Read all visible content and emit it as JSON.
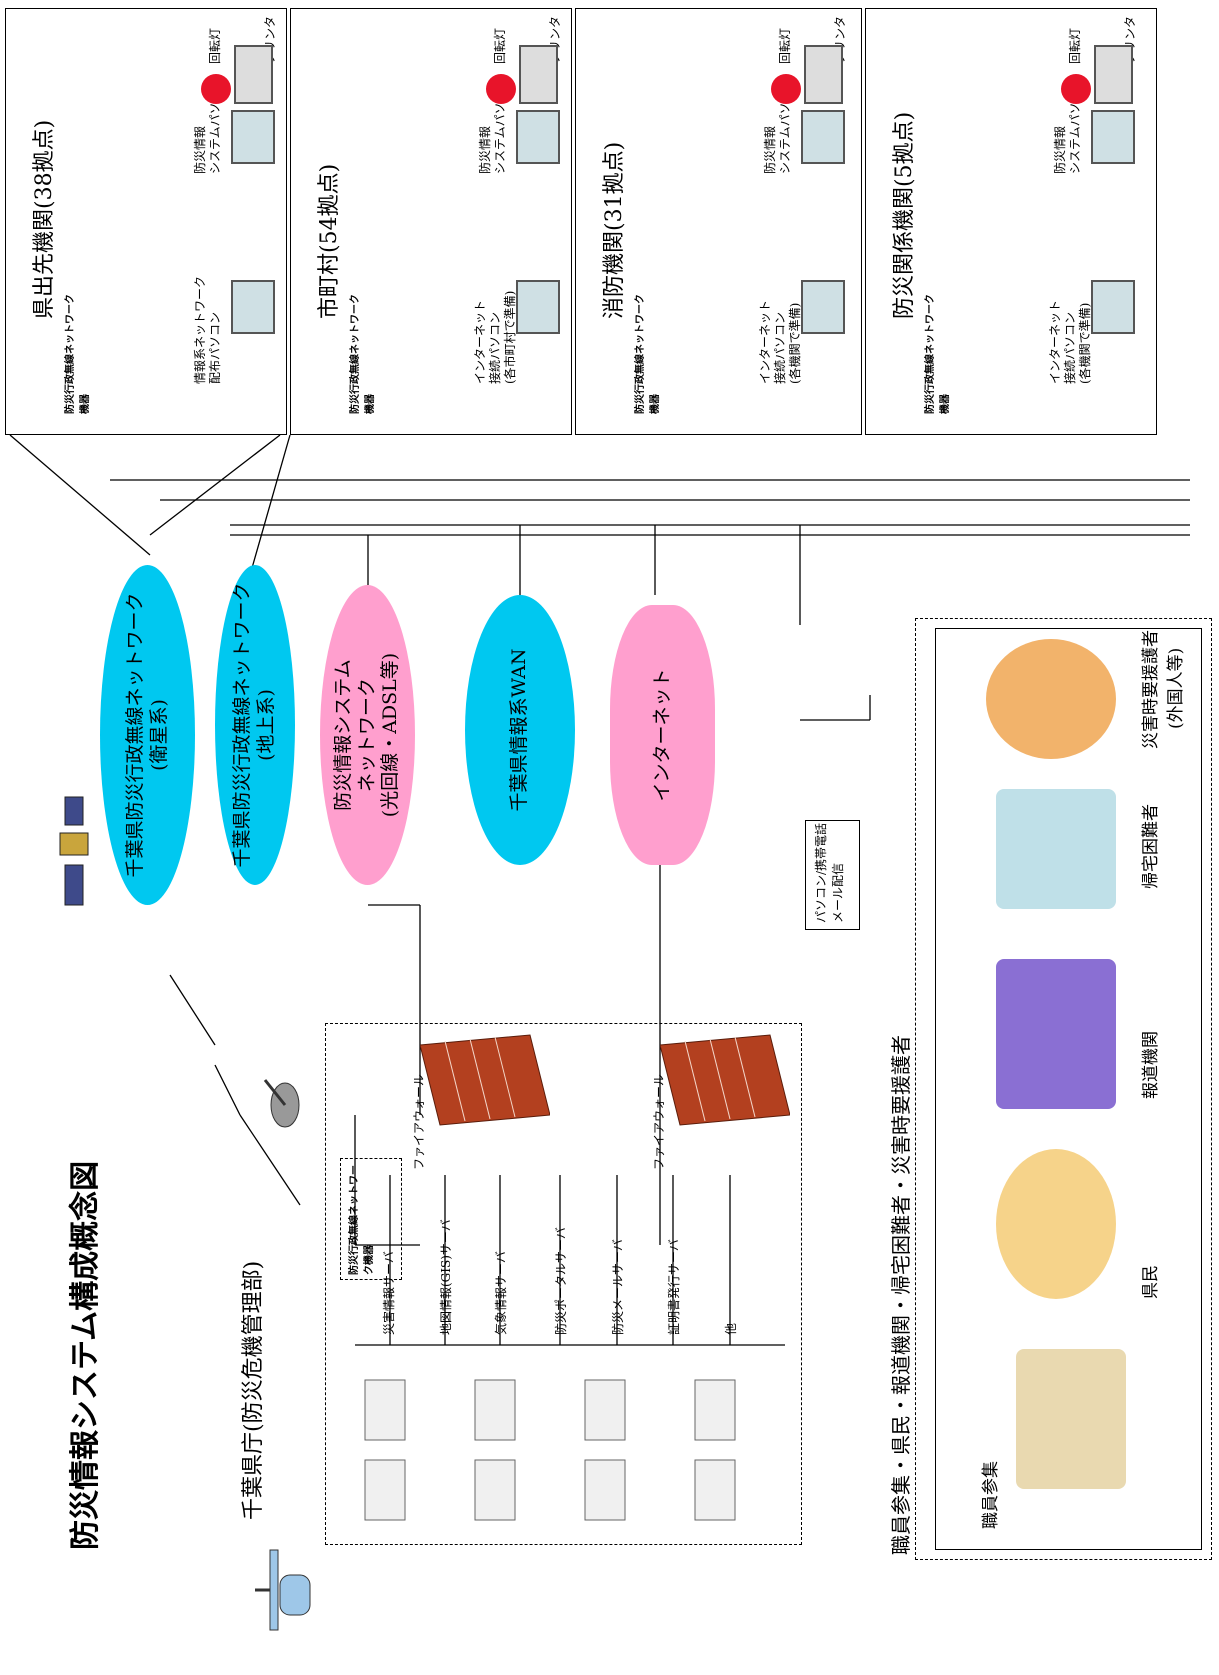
{
  "title": "防災情報システム構成概念図",
  "colors": {
    "satellite_net": "#00c8f0",
    "disaster_net": "#ff9fce",
    "wan": "#00c8f0",
    "internet": "#ff9fce",
    "firewall": "#b3401f",
    "beacon": "#e8142a"
  },
  "hq": {
    "title": "千葉県庁(防災危機管理部)",
    "radio_label": "防災行政無線ネットワーク機器",
    "firewall_labels": [
      "ファイアウォール",
      "ファイアウォール"
    ],
    "servers": [
      "災害情報サーバ",
      "地図情報(GIS)サーバ",
      "気象情報サーバ",
      "防災ポータルサーバ",
      "防災メールサーバ",
      "証明書発行サーバ",
      "他"
    ]
  },
  "networks": {
    "satellite": [
      "千葉県防災行政無線ネットワーク",
      "(衛星系)"
    ],
    "ground": [
      "千葉県防災行政無線ネットワーク",
      "(地上系)"
    ],
    "disaster": [
      "防災情報システム",
      "ネットワーク",
      "(光回線・ADSL等)"
    ],
    "wan": "千葉県情報系WAN",
    "internet": "インターネット"
  },
  "sites": [
    {
      "title": "県出先機関(38拠点)",
      "radio": "防災行政無線ネットワーク機器",
      "pc_label": [
        "情報系ネットワーク",
        "配布パソコン"
      ],
      "printer": "プリンタ",
      "beacon": "回転灯",
      "system_pc": [
        "防災情報",
        "システムパソコン"
      ]
    },
    {
      "title": "市町村(54拠点)",
      "radio": "防災行政無線ネットワーク機器",
      "pc_label": [
        "インターネット",
        "接続パソコン",
        "(各市町村で準備)"
      ],
      "printer": "プリンタ",
      "beacon": "回転灯",
      "system_pc": [
        "防災情報",
        "システムパソコン"
      ]
    },
    {
      "title": "消防機関(31拠点)",
      "radio": "防災行政無線ネットワーク機器",
      "pc_label": [
        "インターネット",
        "接続パソコン",
        "(各機関で準備)"
      ],
      "printer": "プリンタ",
      "beacon": "回転灯",
      "system_pc": [
        "防災情報",
        "システムパソコン"
      ]
    },
    {
      "title": "防災関係機関(5拠点)",
      "radio": "防災行政無線ネットワーク機器",
      "pc_label": [
        "インターネット",
        "接続パソコン",
        "(各機関で準備)"
      ],
      "printer": "プリンタ",
      "beacon": "回転灯",
      "system_pc": [
        "防災情報",
        "システムパソコン"
      ]
    }
  ],
  "recipients": {
    "heading": "職員参集・県民・報道機関・帰宅困難者・災害時要援護者",
    "delivery": [
      "パソコン/携帯電話",
      "メール配信"
    ],
    "groups": [
      "職員参集",
      "県民",
      "報道機関",
      "帰宅困難者",
      "災害時要援護者",
      "(外国人等)"
    ]
  }
}
